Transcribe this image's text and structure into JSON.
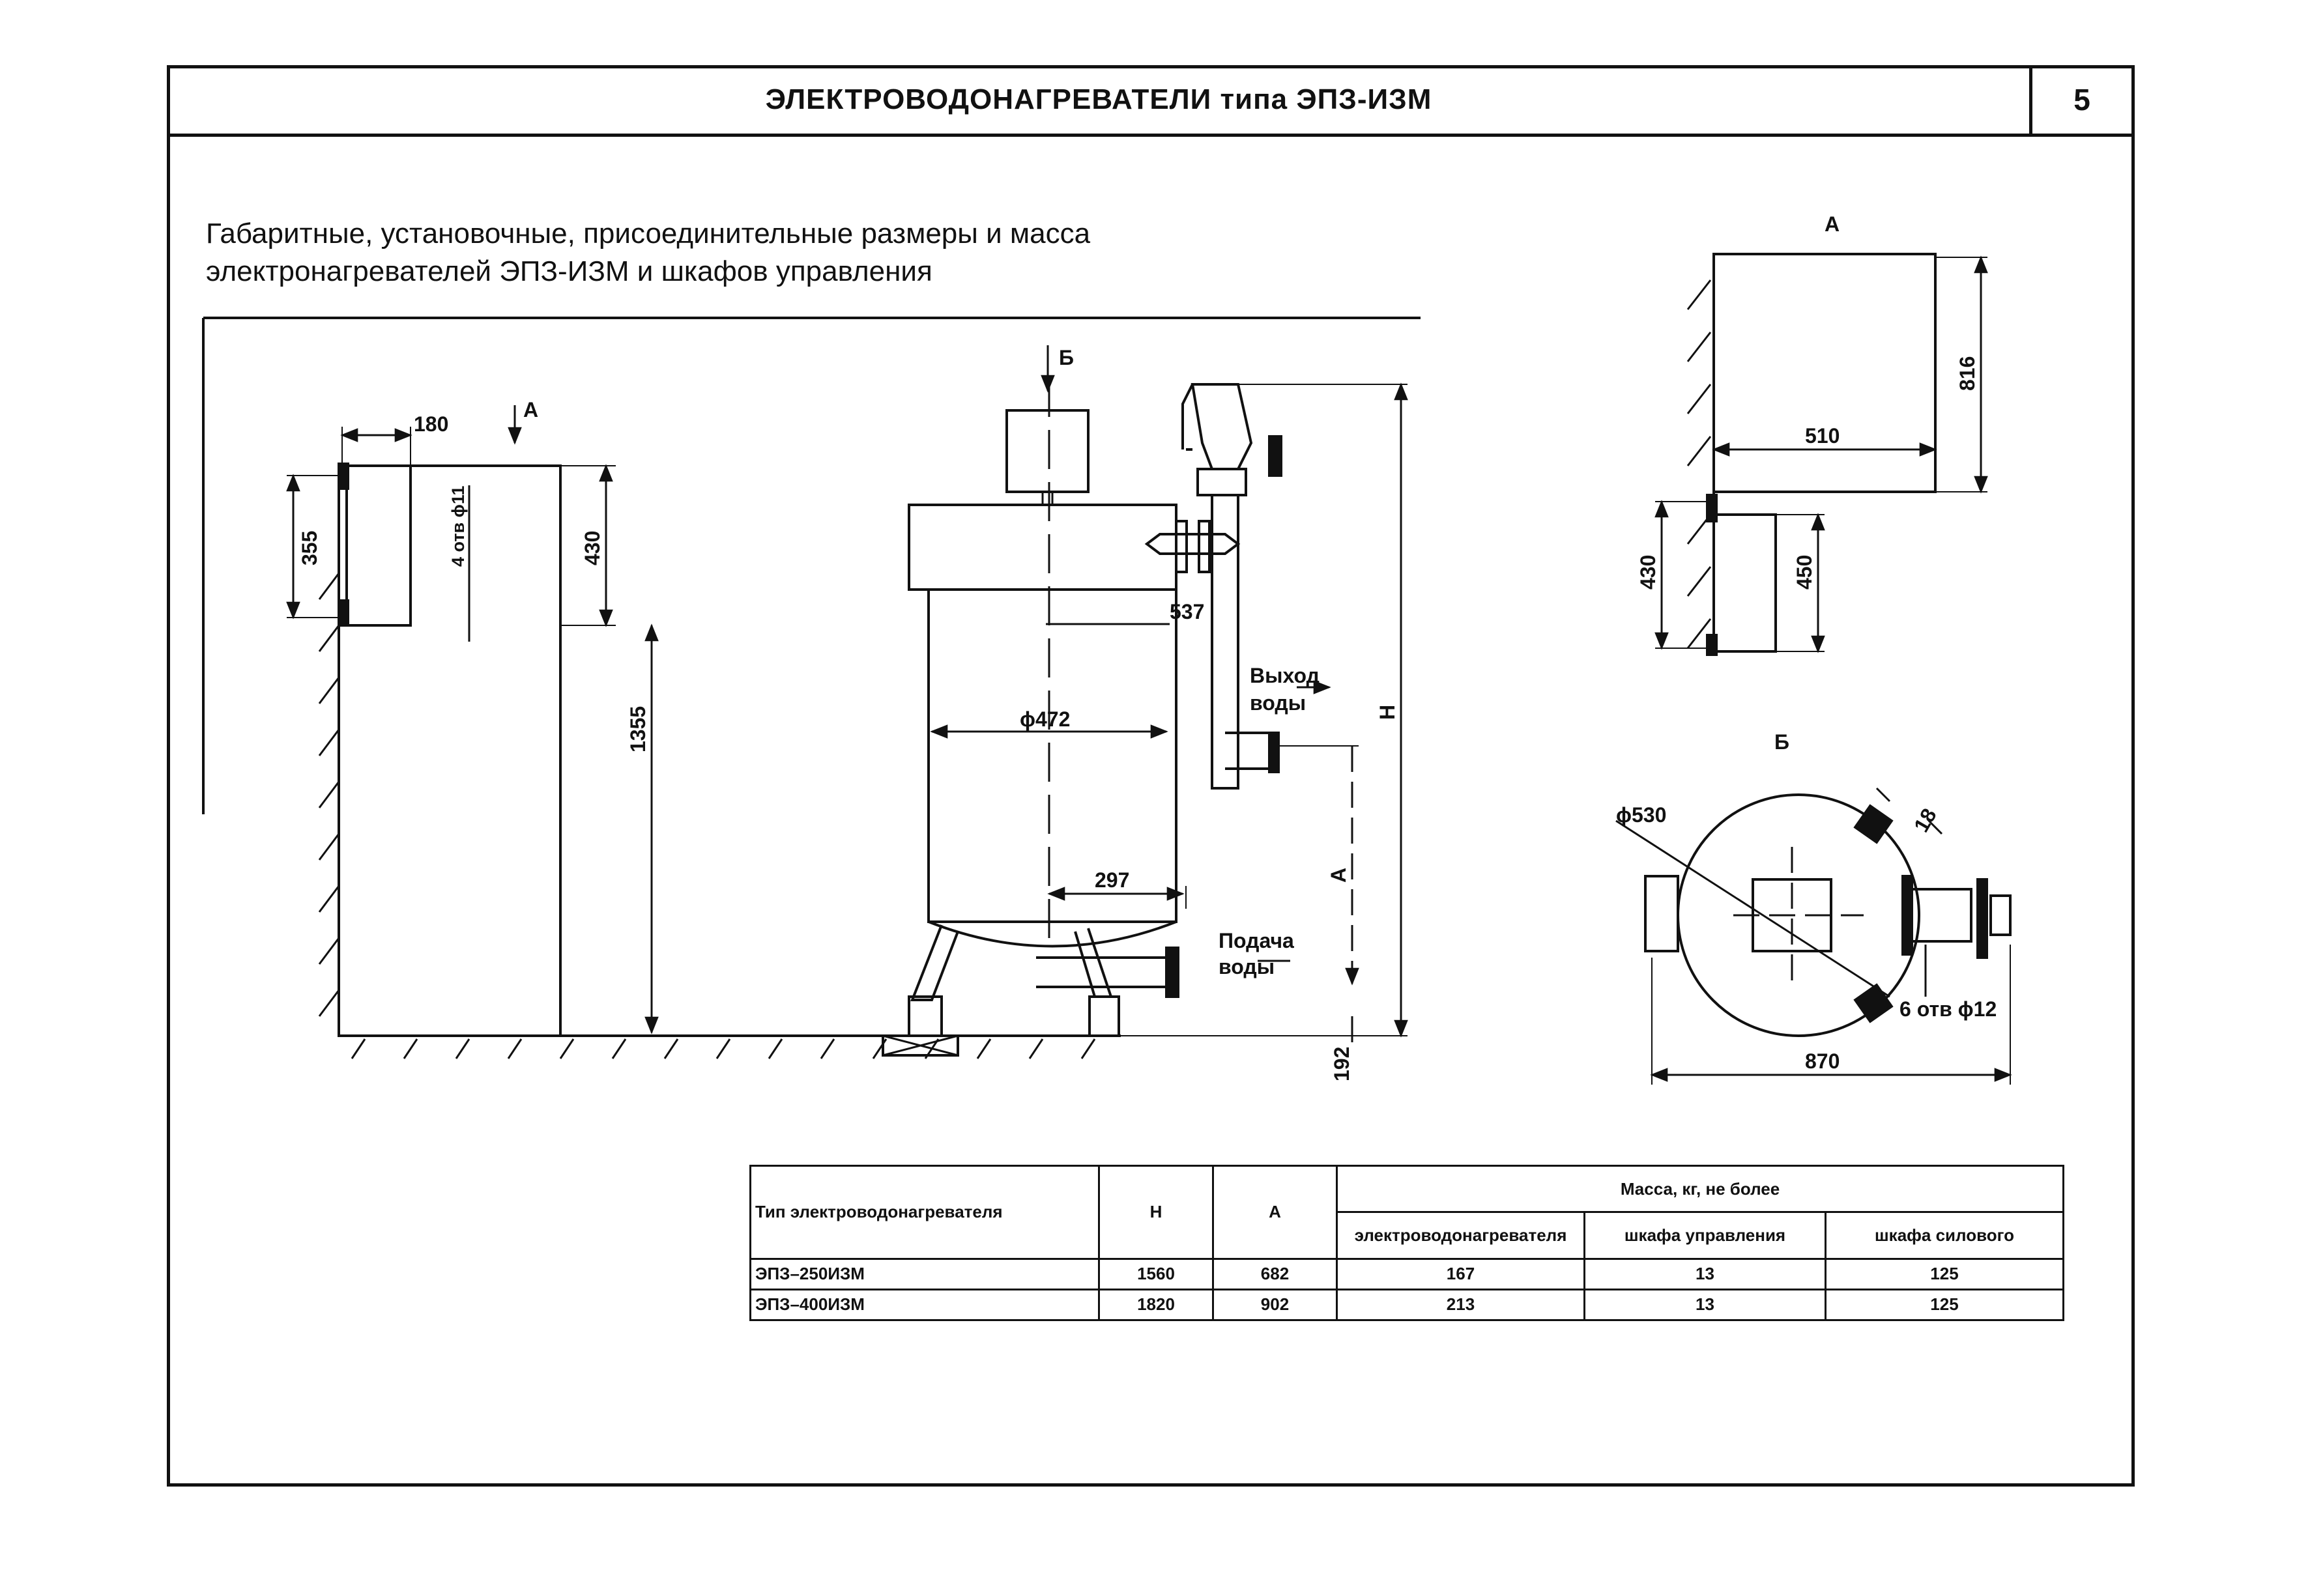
{
  "header": {
    "title": "ЭЛЕКТРОВОДОНАГРЕВАТЕЛИ типа ЭПЗ-ИЗМ",
    "page_number": "5"
  },
  "subtitle": {
    "line1": "Габаритные, установочные, присоединительные размеры и масса",
    "line2": "электронагревателей ЭПЗ-ИЗМ и шкафов управления"
  },
  "drawing": {
    "labels": {
      "view_a": "А",
      "view_b": "Б",
      "outlet": [
        "Выход",
        "воды"
      ],
      "inlet": [
        "Подача",
        "воды"
      ],
      "holes_top": "4 отв ϕ11",
      "holes_bottom": "6 отв ϕ12",
      "dim_h": "Н",
      "dim_a": "А"
    },
    "dimensions": {
      "d180": "180",
      "d355": "355",
      "d430_left": "430",
      "d1355": "1355",
      "d537": "537",
      "d472": "ϕ472",
      "d297": "297",
      "d192": "192",
      "d816": "816",
      "d510": "510",
      "d430_right": "430",
      "d450": "450",
      "d530": "ϕ530",
      "d18": "18",
      "d870": "870"
    }
  },
  "table": {
    "headers": {
      "type": "Тип электроводонагревателя",
      "h": "Н",
      "a": "А",
      "mass_group": "Масса, кг, не более",
      "mass_heater": "электроводонагревателя",
      "mass_control": "шкафа управления",
      "mass_power": "шкафа силового"
    },
    "rows": [
      {
        "type": "ЭПЗ–250ИЗМ",
        "h": "1560",
        "a": "682",
        "heater": "167",
        "control": "13",
        "power": "125"
      },
      {
        "type": "ЭПЗ–400ИЗМ",
        "h": "1820",
        "a": "902",
        "heater": "213",
        "control": "13",
        "power": "125"
      }
    ]
  }
}
